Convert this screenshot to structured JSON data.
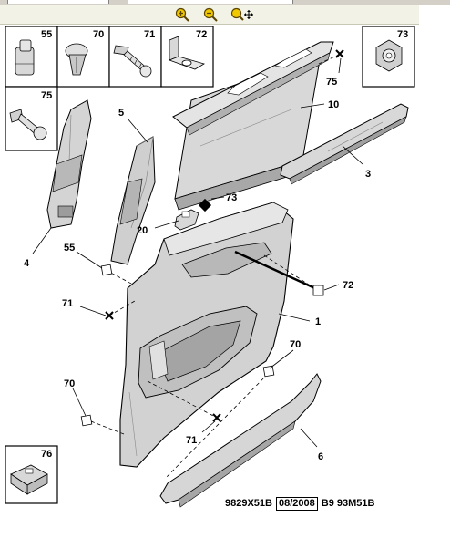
{
  "toolbar": {
    "tools": [
      {
        "name": "zoom-in-icon"
      },
      {
        "name": "zoom-out-icon"
      },
      {
        "name": "zoom-pan-icon"
      }
    ]
  },
  "insets": {
    "i55": "55",
    "i70": "70",
    "i71": "71",
    "i72": "72",
    "i73": "73",
    "i75": "75",
    "i76": "76"
  },
  "callouts": {
    "c75a": "75",
    "c10": "10",
    "c5": "5",
    "c3": "3",
    "c73": "73",
    "c20": "20",
    "c4": "4",
    "c55": "55",
    "c72": "72",
    "c71a": "71",
    "c1": "1",
    "c70a": "70",
    "c70b": "70",
    "c71b": "71",
    "c6": "6"
  },
  "reference": {
    "code": "9829X51B",
    "date": "08/2008",
    "suffix": "B9 93M51B"
  },
  "colors": {
    "part_fill": "#d8d8d8",
    "part_dark": "#a8a8a8",
    "line": "#000000",
    "toolbar_bg": "#f2f2e6",
    "icon_yellow": "#f0c800"
  }
}
